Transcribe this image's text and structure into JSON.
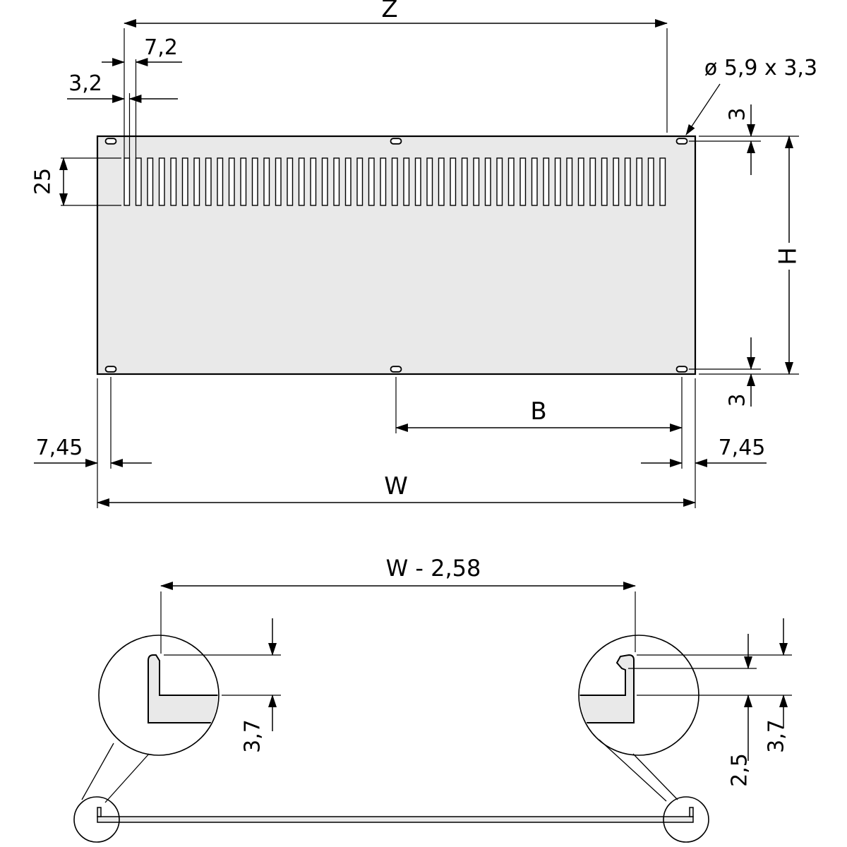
{
  "top_view": {
    "z": "Z",
    "slot_pitch": "7,2",
    "slot_width": "3,2",
    "slot_height": "25",
    "hole_callout": "ø 5,9 x 3,3",
    "edge_top": "3",
    "height": "H",
    "edge_bottom": "3",
    "b": "B",
    "offset_left": "7,45",
    "offset_right": "7,45",
    "width": "W"
  },
  "section_view": {
    "inner_width": "W - 2,58",
    "lip_left": "3,7",
    "hook_depth": "2,5",
    "lip_right": "3,7"
  },
  "colors": {
    "panel_fill": "#e9e9e9",
    "line": "#000000",
    "background": "#ffffff"
  }
}
